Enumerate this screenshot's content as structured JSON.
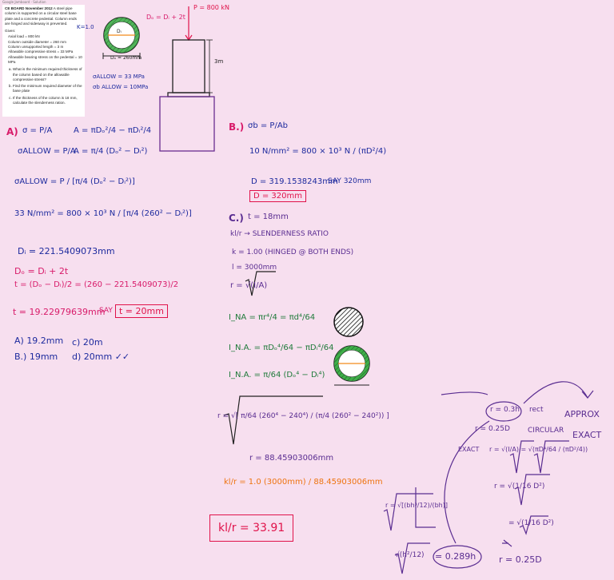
{
  "header_caption": "Google Jamboard · Solution",
  "problem": {
    "title": "CE BOARD November 2012",
    "statement": "A steel pipe column is supported on a circular steel base plate and a concrete pedestal. Column ends are hinged and sidesway is prevented.",
    "given_label": "Given:",
    "given": [
      "Axial load = 800 kN",
      "Column outside diameter = 260 mm",
      "Column unsupported length = 3 m",
      "Allowable compressive stress = 33 MPa",
      "Allowable bearing stress on the pedestal = 10 MPa"
    ],
    "questions": [
      "What is the minimum required thickness of the column based on the allowable compressive stress?",
      "Find the minimum required diameter of the base plate",
      "If the thickness of the column is 18 mm, calculate the slenderness ration."
    ],
    "k_note": "K=1.0"
  },
  "sketch": {
    "do_label": "Dₒ = 260mm",
    "di_label": "Dᵢ",
    "do_eq": "Dₒ = Dᵢ + 2t",
    "load": "P = 800 kN",
    "height": "3m",
    "sallow": "σALLOW = 33 MPa",
    "sb": "σb ALLOW = 10MPa"
  },
  "part_a": {
    "label": "A)",
    "l1": "σ = P/A",
    "l1b": "A = πDₒ²/4 − πDᵢ²/4",
    "l2": "σALLOW = P/A",
    "l2b": "A = π/4 (Dₒ² − Dᵢ²)",
    "l3": "σALLOW = P / [π/4 (Dₒ² − Dᵢ²)]",
    "l4": "33 N/mm² = 800 × 10³ N / [π/4 (260² − Dᵢ²)]",
    "di": "Dᵢ = 221.5409073mm",
    "do": "Dₒ = Dᵢ + 2t",
    "t_eq": "t = (Dₒ − Dᵢ)/2 = (260 − 221.5409073)/2",
    "t_val": "t = 19.22979639mm",
    "say": "SAY",
    "t_box": "t = 20mm",
    "choices": [
      "A) 19.2mm",
      "c) 20m",
      "B.) 19mm",
      "d) 20mm ✓✓"
    ]
  },
  "part_b": {
    "label": "B.)",
    "l1": "σb = P/Ab",
    "l2": "10 N/mm² = 800 × 10³ N / (πD²/4)",
    "l3": "D = 319.1538243mm",
    "say": "SAY 320mm",
    "box": "D = 320mm"
  },
  "part_c": {
    "label": "C.)",
    "t": "t = 18mm",
    "kl": "kl/r → SLENDERNESS RATIO",
    "k": "k = 1.00 (HINGED @ BOTH ENDS)",
    "l": "l = 3000mm",
    "r": "r = √(I/A)",
    "i_solid": "I_NA = πr⁴/4 = πd⁴/64",
    "i_na": "I_N.A. = πDₒ⁴/64 − πDᵢ⁴/64",
    "i_na2": "I_N.A. = π/64 (Dₒ⁴ − Dᵢ⁴)",
    "r_full": "r = √[ π/64 (260⁴ − 240⁴) / (π/4 (260² − 240²)) ]",
    "r_val": "r = 88.45903006mm",
    "kl_num": "kl/r = 1.0 (3000mm) / 88.45903006mm",
    "result": "kl/r = 33.91"
  },
  "notes": {
    "r03h": "r = 0.3h",
    "rect": "rect",
    "approx": "APPROX",
    "r025d": "r = 0.25D",
    "circular": "CIRCULAR",
    "exact_word": "EXACT",
    "exact_label": "EXACT",
    "r_formula": "r = √(I/A) = √(πD⁴/64 / (πD²/4))",
    "r_mid": "r = √(1/16 D²)",
    "r_eq": "= √(1/16 D²)",
    "rect_formula": "r = √[(bh³/12)/(bh)]",
    "rect_sqrt": "√(h²/12)",
    "result_0289": "= 0.289h",
    "result_025": "r = 0.25D"
  }
}
